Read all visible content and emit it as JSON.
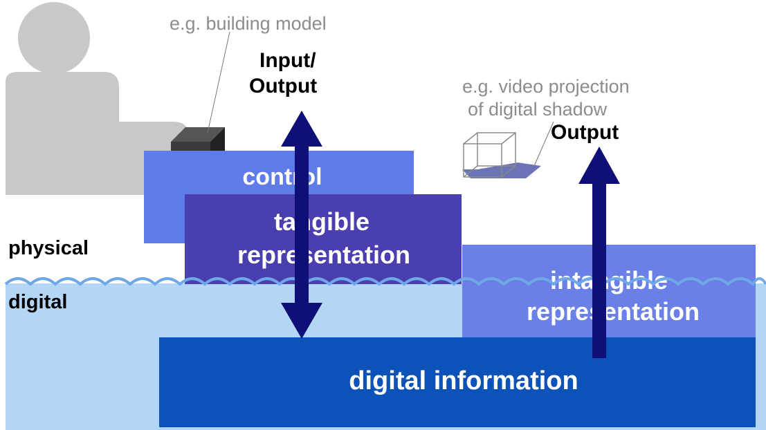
{
  "labels": {
    "example_building": "e.g. building model",
    "io_line1": "Input/",
    "io_line2": "Output",
    "example_video_line1": "e.g. video projection",
    "example_video_line2": "of digital shadow",
    "output": "Output",
    "physical": "physical",
    "digital": "digital"
  },
  "boxes": {
    "control": "control",
    "tangible_line1": "tangible",
    "tangible_line2": "representation",
    "intangible_line1": "intangible",
    "intangible_line2": "representation",
    "digital_information": "digital information"
  },
  "colors": {
    "digital_water": "#b3d6f6",
    "wave_line": "#6fa8e8",
    "control": "#5e7be8",
    "tangible": "#4a3fae",
    "intangible": "#6a80e6",
    "digital_information": "#0d52b8",
    "arrow": "#0f0f78",
    "person": "#c8c8c8",
    "cube": "#333333"
  }
}
